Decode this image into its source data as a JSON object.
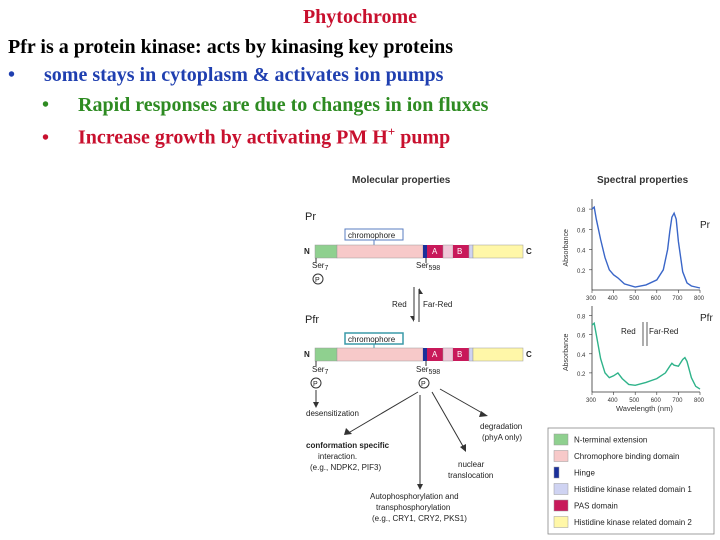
{
  "slide": {
    "title": "Phytochrome",
    "line1": "Pfr is a protein kinase: acts by kinasing key proteins",
    "bullet1": "some stays in cytoplasm & activates ion pumps",
    "sub1": "Rapid responses are due to changes in ion fluxes",
    "sub2_a": "Increase growth by activating PM H",
    "sub2_sup": "+",
    "sub2_b": " pump",
    "bullet_char": "•"
  },
  "figure": {
    "mol_title": "Molecular properties",
    "spec_title": "Spectral properties",
    "pr": "Pr",
    "pfr": "Pfr",
    "chromophore": "chromophore",
    "n": "N",
    "c": "C",
    "a": "A",
    "b": "B",
    "ser": "Ser",
    "ser7": "7",
    "ser598": "598",
    "p": "P",
    "red": "Red",
    "farred": "Far-Red",
    "desens": "desensitization",
    "degr1": "degradation",
    "degr2": "(phyA only)",
    "conf1": "conformation specific",
    "conf2": "interaction.",
    "conf3": "(e.g., NDPK2, PIF3)",
    "nuc1": "nuclear",
    "nuc2": "translocation",
    "auto1": "Autophosphorylation and",
    "auto2": "transphosphorylation",
    "auto3": "(e.g., CRY1, CRY2, PKS1)",
    "absorbance": "Absorbance",
    "wavelength": "Wavelength (nm)",
    "yticks": [
      "0.8",
      "0.6",
      "0.4",
      "0.2"
    ],
    "xticks": [
      "300",
      "400",
      "500",
      "600",
      "700",
      "800"
    ]
  },
  "legend": [
    {
      "label": "N-terminal extension",
      "color": "#8fd08f"
    },
    {
      "label": "Chromophore binding domain",
      "color": "#f7c9c9"
    },
    {
      "label": "Hinge",
      "color": "#1a2f9a"
    },
    {
      "label": "Histidine kinase related domain 1",
      "color": "#cfd3f2"
    },
    {
      "label": "PAS domain",
      "color": "#c8195a"
    },
    {
      "label": "Histidine kinase related domain 2",
      "color": "#fff7a8"
    }
  ],
  "chart_data": [
    {
      "type": "line",
      "title": "Pr",
      "xlabel": "",
      "ylabel": "Absorbance",
      "xlim": [
        300,
        800
      ],
      "ylim": [
        0,
        0.9
      ],
      "x": [
        300,
        310,
        320,
        340,
        360,
        380,
        400,
        420,
        450,
        500,
        550,
        600,
        630,
        650,
        660,
        670,
        680,
        690,
        700,
        720,
        740,
        760,
        780,
        800
      ],
      "series": [
        {
          "values": [
            0.8,
            0.82,
            0.7,
            0.5,
            0.32,
            0.2,
            0.15,
            0.12,
            0.06,
            0.03,
            0.05,
            0.1,
            0.2,
            0.4,
            0.58,
            0.72,
            0.76,
            0.7,
            0.48,
            0.18,
            0.07,
            0.04,
            0.03,
            0.02
          ]
        }
      ]
    },
    {
      "type": "line",
      "title": "Pfr",
      "xlabel": "Wavelength (nm)",
      "ylabel": "Absorbance",
      "xlim": [
        300,
        800
      ],
      "ylim": [
        0,
        0.9
      ],
      "x": [
        300,
        310,
        320,
        340,
        360,
        380,
        400,
        420,
        440,
        470,
        500,
        550,
        600,
        640,
        660,
        670,
        680,
        700,
        720,
        730,
        740,
        760,
        780,
        800
      ],
      "series": [
        {
          "values": [
            0.7,
            0.72,
            0.6,
            0.35,
            0.2,
            0.15,
            0.17,
            0.2,
            0.14,
            0.08,
            0.07,
            0.1,
            0.14,
            0.2,
            0.27,
            0.3,
            0.28,
            0.27,
            0.34,
            0.36,
            0.32,
            0.15,
            0.06,
            0.03
          ]
        }
      ]
    }
  ]
}
